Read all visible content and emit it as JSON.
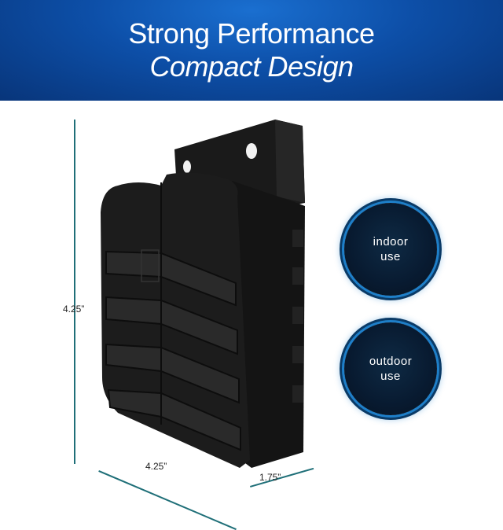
{
  "banner": {
    "title_line1": "Strong Performance",
    "title_line2": "Compact Design",
    "background_color": "#0d4fa8"
  },
  "dimensions": {
    "height_label": "4.25”",
    "width_label": "4.25”",
    "depth_label": "1.75”",
    "line_color": "#1f6f78"
  },
  "badges": [
    {
      "line1": "indoor",
      "line2": "use"
    },
    {
      "line1": "outdoor",
      "line2": "use"
    }
  ],
  "product": {
    "body_color": "#1c1c1c"
  }
}
